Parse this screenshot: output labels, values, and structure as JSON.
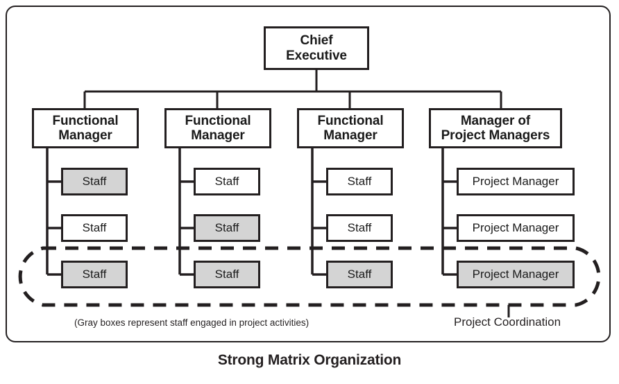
{
  "diagram": {
    "title": "Strong Matrix Organization",
    "caption": "(Gray boxes represent staff engaged in project activities)",
    "coordination_label": "Project Coordination",
    "colors": {
      "line": "#231f20",
      "gray_fill": "#d4d4d4",
      "white_fill": "#ffffff",
      "background": "#ffffff"
    },
    "executive": {
      "label": "Chief\nExecutive"
    },
    "columns": [
      {
        "manager": "Functional\nManager",
        "reports": [
          {
            "label": "Staff",
            "fill": "gray"
          },
          {
            "label": "Staff",
            "fill": "white"
          },
          {
            "label": "Staff",
            "fill": "gray"
          }
        ]
      },
      {
        "manager": "Functional\nManager",
        "reports": [
          {
            "label": "Staff",
            "fill": "white"
          },
          {
            "label": "Staff",
            "fill": "gray"
          },
          {
            "label": "Staff",
            "fill": "gray"
          }
        ]
      },
      {
        "manager": "Functional\nManager",
        "reports": [
          {
            "label": "Staff",
            "fill": "white"
          },
          {
            "label": "Staff",
            "fill": "white"
          },
          {
            "label": "Staff",
            "fill": "gray"
          }
        ]
      },
      {
        "manager": "Manager of\nProject Managers",
        "reports": [
          {
            "label": "Project Manager",
            "fill": "white"
          },
          {
            "label": "Project Manager",
            "fill": "white"
          },
          {
            "label": "Project Manager",
            "fill": "gray"
          }
        ]
      }
    ]
  }
}
